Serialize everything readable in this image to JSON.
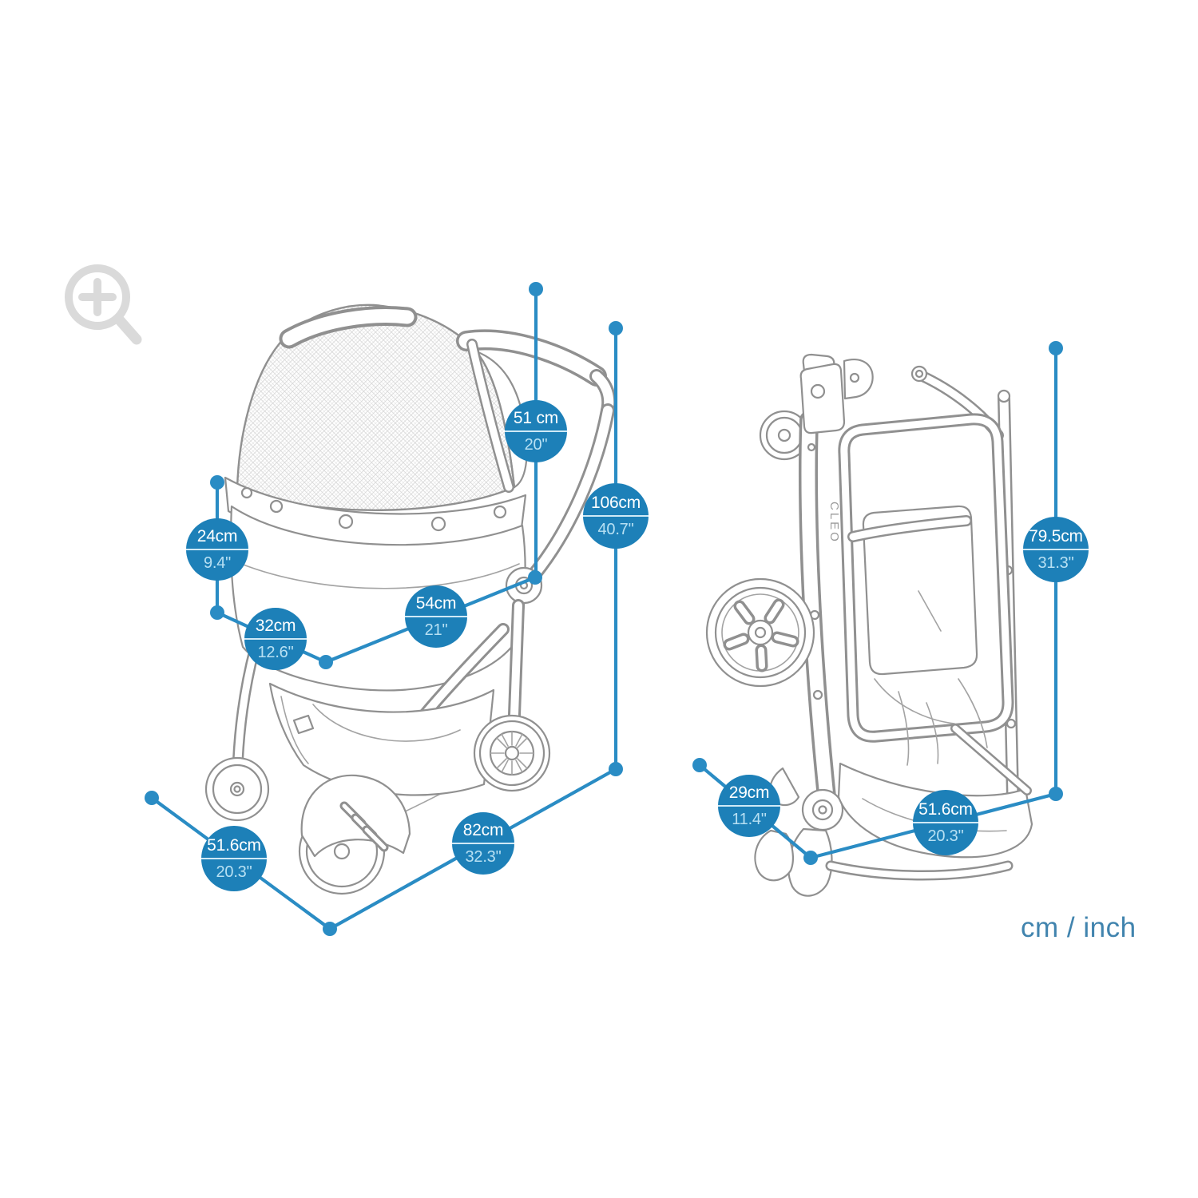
{
  "legend": {
    "text": "cm / inch"
  },
  "icons": {
    "zoom_in": "magnifier-plus"
  },
  "colors": {
    "badge_blue": "#1d80b8",
    "dimension_line_blue": "#2a8cc4",
    "badge_inch_text": "#b7e0f3",
    "legend_text": "#4184ae",
    "art_gray": "#909090"
  },
  "diagram": {
    "brand_text": "CLEO",
    "badges": [
      {
        "cm": "51 cm",
        "inch": "20\""
      },
      {
        "cm": "106cm",
        "inch": "40.7\""
      },
      {
        "cm": "24cm",
        "inch": "9.4\""
      },
      {
        "cm": "32cm",
        "inch": "12.6\""
      },
      {
        "cm": "54cm",
        "inch": "21\""
      },
      {
        "cm": "51.6cm",
        "inch": "20.3\""
      },
      {
        "cm": "82cm",
        "inch": "32.3\""
      },
      {
        "cm": "79.5cm",
        "inch": "31.3\""
      },
      {
        "cm": "29cm",
        "inch": "11.4\""
      },
      {
        "cm": "51.6cm",
        "inch": "20.3\""
      }
    ]
  }
}
